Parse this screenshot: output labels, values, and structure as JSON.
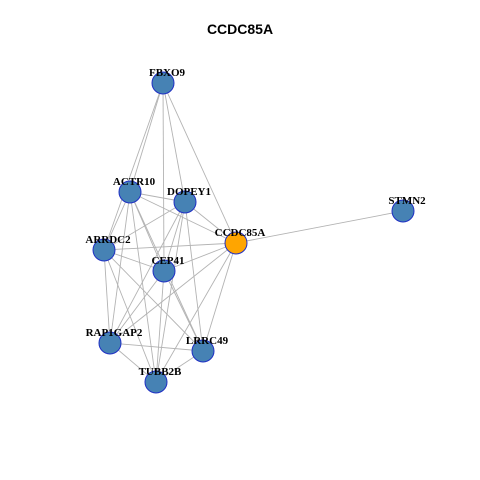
{
  "title": "CCDC85A",
  "colors": {
    "focus": "#FFA500",
    "other": "#4682B4",
    "edge": "#B3B3B3",
    "border": "#1F2FC4"
  },
  "nodes": [
    {
      "id": "FBXO9",
      "label": "FBXO9",
      "focus": false
    },
    {
      "id": "ACTR10",
      "label": "ACTR10",
      "focus": false
    },
    {
      "id": "DOPEY1",
      "label": "DOPEY1",
      "focus": false
    },
    {
      "id": "STMN2",
      "label": "STMN2",
      "focus": false
    },
    {
      "id": "CCDC85A",
      "label": "CCDC85A",
      "focus": true
    },
    {
      "id": "ARRDC2",
      "label": "ARRDC2",
      "focus": false
    },
    {
      "id": "CEP41",
      "label": "CEP41",
      "focus": false
    },
    {
      "id": "RAP1GAP2",
      "label": "RAP1GAP2",
      "focus": false
    },
    {
      "id": "LRRC49",
      "label": "LRRC49",
      "focus": false
    },
    {
      "id": "TUBB2B",
      "label": "TUBB2B",
      "focus": false
    }
  ],
  "edges": [
    [
      "FBXO9",
      "ACTR10"
    ],
    [
      "FBXO9",
      "DOPEY1"
    ],
    [
      "FBXO9",
      "CCDC85A"
    ],
    [
      "FBXO9",
      "ARRDC2"
    ],
    [
      "FBXO9",
      "CEP41"
    ],
    [
      "ACTR10",
      "DOPEY1"
    ],
    [
      "ACTR10",
      "CCDC85A"
    ],
    [
      "ACTR10",
      "ARRDC2"
    ],
    [
      "ACTR10",
      "CEP41"
    ],
    [
      "ACTR10",
      "RAP1GAP2"
    ],
    [
      "ACTR10",
      "TUBB2B"
    ],
    [
      "ACTR10",
      "LRRC49"
    ],
    [
      "DOPEY1",
      "CCDC85A"
    ],
    [
      "DOPEY1",
      "ARRDC2"
    ],
    [
      "DOPEY1",
      "CEP41"
    ],
    [
      "DOPEY1",
      "RAP1GAP2"
    ],
    [
      "DOPEY1",
      "LRRC49"
    ],
    [
      "DOPEY1",
      "TUBB2B"
    ],
    [
      "CCDC85A",
      "STMN2"
    ],
    [
      "CCDC85A",
      "ARRDC2"
    ],
    [
      "CCDC85A",
      "CEP41"
    ],
    [
      "CCDC85A",
      "RAP1GAP2"
    ],
    [
      "CCDC85A",
      "LRRC49"
    ],
    [
      "CCDC85A",
      "TUBB2B"
    ],
    [
      "ARRDC2",
      "CEP41"
    ],
    [
      "ARRDC2",
      "RAP1GAP2"
    ],
    [
      "ARRDC2",
      "TUBB2B"
    ],
    [
      "ARRDC2",
      "LRRC49"
    ],
    [
      "CEP41",
      "RAP1GAP2"
    ],
    [
      "CEP41",
      "TUBB2B"
    ],
    [
      "CEP41",
      "LRRC49"
    ],
    [
      "RAP1GAP2",
      "TUBB2B"
    ],
    [
      "RAP1GAP2",
      "LRRC49"
    ],
    [
      "LRRC49",
      "TUBB2B"
    ]
  ]
}
